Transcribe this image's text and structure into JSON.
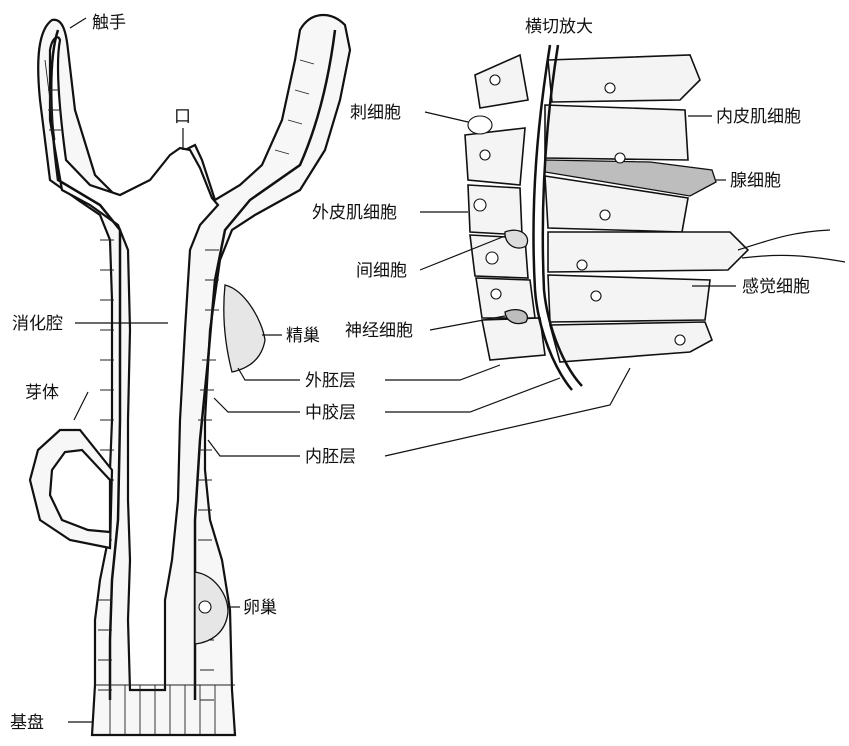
{
  "labels": {
    "tentacle": "触手",
    "mouth": "口",
    "gastrovascular_cavity": "消化腔",
    "spermary": "精巢",
    "bud": "芽体",
    "ovary": "卵巢",
    "basal_disc": "基盘",
    "ectoderm": "外胚层",
    "mesoglea": "中胶层",
    "endoderm": "内胚层",
    "cross_section_title": "横切放大",
    "cnidocyte": "刺细胞",
    "epitheliomuscular_cell": "外皮肌细胞",
    "interstitial_cell": "间细胞",
    "nerve_cell": "神经细胞",
    "nutritive_muscular_cell": "内皮肌细胞",
    "gland_cell": "腺细胞",
    "sensory_cell": "感觉细胞"
  }
}
